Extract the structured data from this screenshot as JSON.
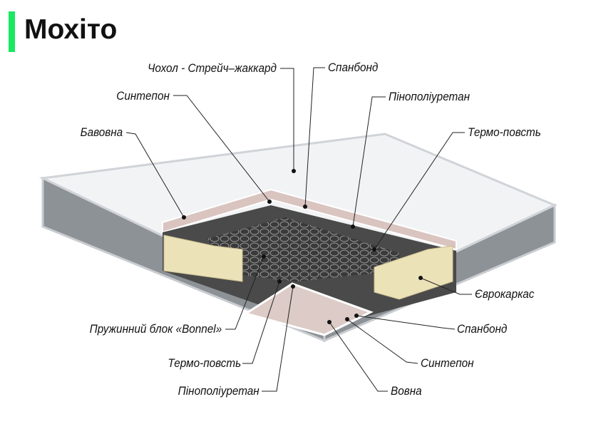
{
  "title": "Мохіто",
  "colors": {
    "accent": "#19e860"
  },
  "labels": {
    "cover": "Чохол - Стрейч–жаккард",
    "spunbond_top": "Спанбонд",
    "sintepon_top": "Синтепон",
    "ppu_top": "Пінополіуретан",
    "cotton": "Бавовна",
    "thermo_top": "Термо-повсть",
    "eurocarcass": "Єврокаркас",
    "spring_block": "Пружинний блок «Bonnel»",
    "spunbond_bottom": "Спанбонд",
    "thermo_bottom": "Термо-повсть",
    "sintepon_bottom": "Синтепон",
    "ppu_bottom": "Пінополіуретан",
    "wool": "Вовна"
  }
}
